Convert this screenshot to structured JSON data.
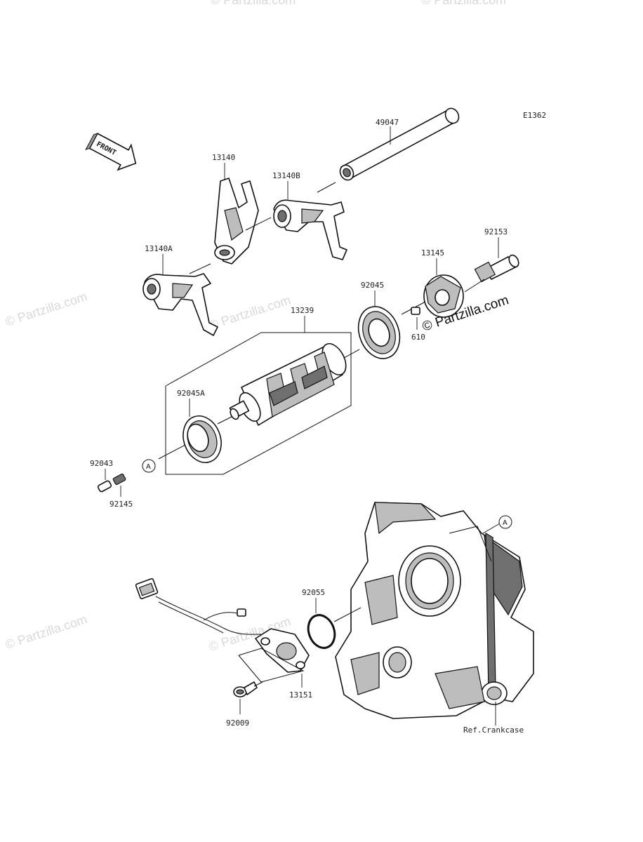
{
  "diagram_code": "E1362",
  "front_arrow_label": "FRONT",
  "callouts": {
    "p49047": "49047",
    "p13140": "13140",
    "p13140b": "13140B",
    "p13140a": "13140A",
    "p92153": "92153",
    "p13145": "13145",
    "p92045": "92045",
    "p610": "610",
    "p13239": "13239",
    "p92045a": "92045A",
    "p92043": "92043",
    "p92145": "92145",
    "p92055": "92055",
    "p13151": "13151",
    "p92009": "92009",
    "ref_crankcase": "Ref.Crankcase"
  },
  "reference_marker": "A",
  "watermark_main": "© Partzilla.com",
  "watermark_faint": "© Partzilla.com"
}
